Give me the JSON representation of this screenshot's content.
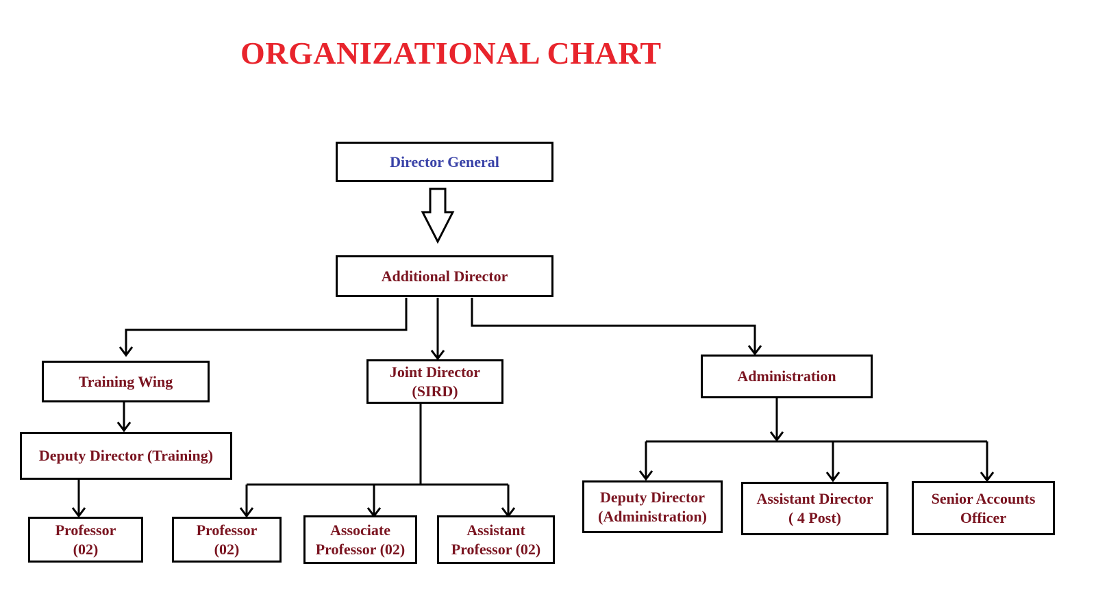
{
  "title": "ORGANIZATIONAL CHART",
  "colors": {
    "title": "#e8242c",
    "top_node_text": "#3a43a8",
    "node_text": "#7a1420",
    "lines": "#000000"
  },
  "nodes": {
    "director_general": "Director General",
    "additional_director": "Additional Director",
    "training_wing": "Training Wing",
    "joint_director_sird": "Joint Director\n(SIRD)",
    "administration": "Administration",
    "deputy_director_training": "Deputy Director (Training)",
    "professor_training": "Professor\n(02)",
    "professor_sird": "Professor\n(02)",
    "associate_professor": "Associate\nProfessor (02)",
    "assistant_professor": "Assistant\nProfessor (02)",
    "deputy_director_administration": "Deputy Director\n(Administration)",
    "assistant_director": "Assistant Director\n( 4 Post)",
    "senior_accounts_officer": "Senior Accounts\nOfficer"
  }
}
